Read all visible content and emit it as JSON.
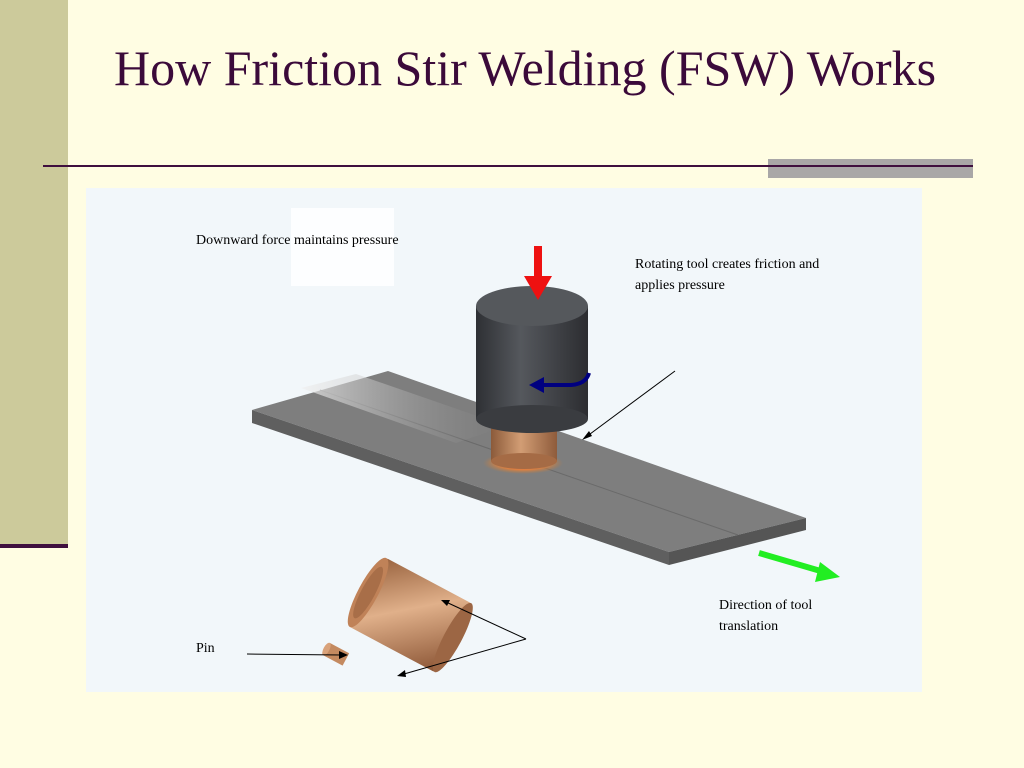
{
  "slide": {
    "title": "How Friction Stir Welding (FSW) Works"
  },
  "diagram": {
    "labels": {
      "downward_force": "Downward force maintains pressure",
      "rotating_tool": "Rotating tool creates friction and applies pressure",
      "direction": "Direction of tool translation",
      "pin": "Pin"
    },
    "colors": {
      "downward_arrow": "#EE1111",
      "rotation_arrow": "#000080",
      "translation_arrow": "#22EE22",
      "tool_body": "#4A4C50",
      "shoulder_copper": "#B87A50",
      "workpiece": "#7D7D7D"
    },
    "icons": [
      "downward-force-arrow-icon",
      "rotation-arrow-icon",
      "translation-arrow-icon"
    ]
  }
}
